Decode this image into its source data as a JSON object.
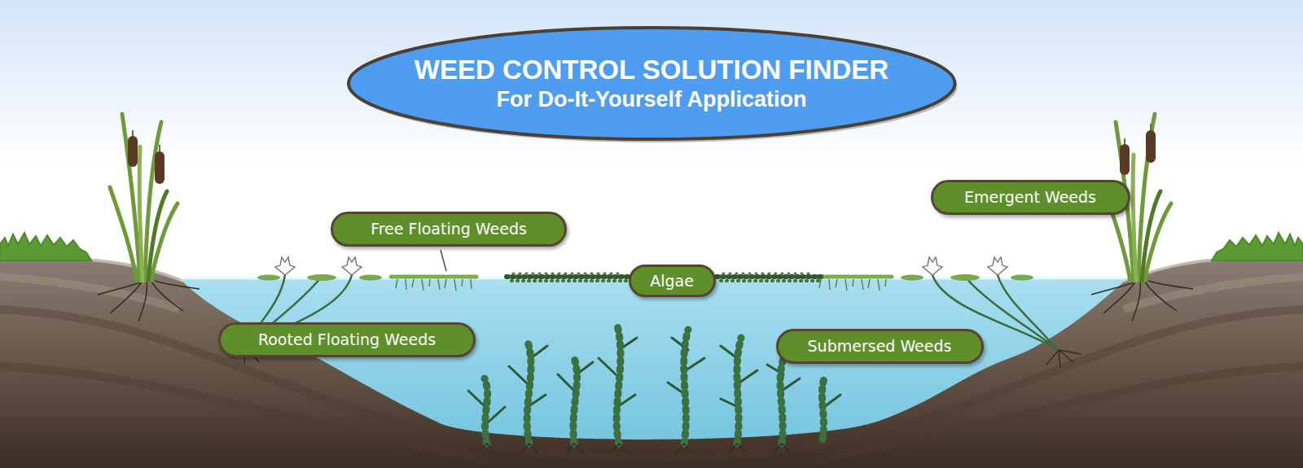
{
  "diagram": {
    "nodes": [
      {
        "text": [
          "WEED CONTROL SOLUTION FINDER",
          "For Do-It-Yourself Application"
        ]
      },
      {
        "text": [
          "Emergent Weeds"
        ]
      },
      {
        "text": [
          "Free Floating Weeds"
        ]
      },
      {
        "text": [
          "Algae"
        ]
      },
      {
        "text": [
          "Rooted Floating Weeds"
        ]
      },
      {
        "text": [
          "Submersed Weeds"
        ]
      }
    ]
  }
}
